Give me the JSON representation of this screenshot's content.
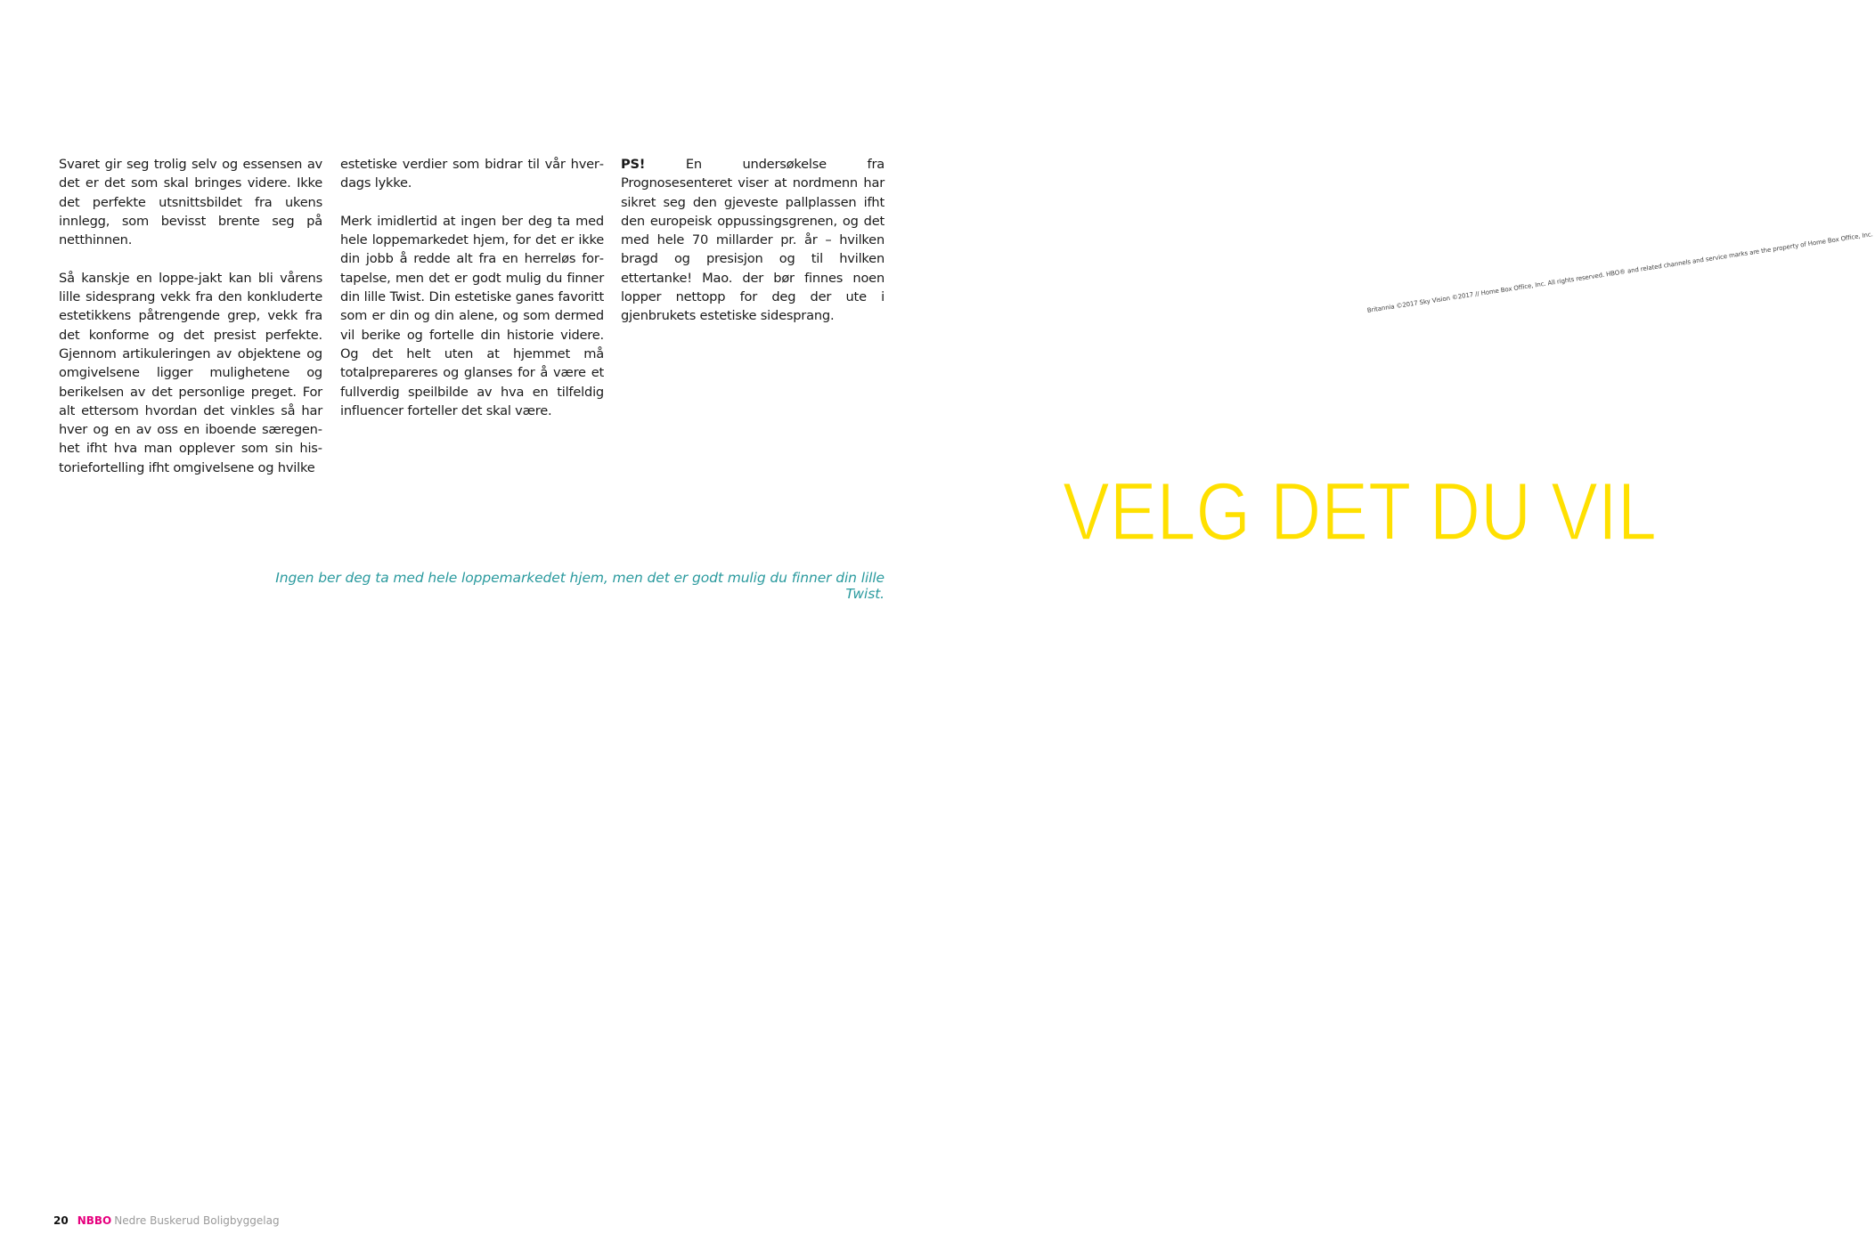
{
  "columns": [
    {
      "paragraphs": [
        "Svaret gir seg trolig selv og essensen av det er det som skal bringes videre. Ikke det perfekte utsnittsbildet fra ukens innlegg, som bevisst brente seg på netthinnen.",
        "Så kanskje en loppe-jakt kan bli vårens lille sidesprang vekk fra den konkluderte estetikkens påtrengende grep, vekk fra det konforme og det presist perfekte. Gjennom artikuleringen av objektene og omgivelsene ligger mulighetene og berikelsen av det personlige preget. For alt ettersom hvordan det vinkles så har hver og en av oss en iboende særegen­het ifht hva man opplever som sin his­toriefortelling ifht omgivelsene og hvilke"
      ]
    },
    {
      "paragraphs": [
        "estetiske verdier som bidrar til vår hver­dags lykke.",
        "Merk imidlertid at ingen ber deg ta med hele loppemarkedet hjem, for det er ikke din jobb å redde alt fra en herreløs for­tapelse, men det er godt mulig du finner din lille Twist. Din estetiske ganes favoritt som er din og din alene, og som dermed vil berike  og fortelle din historie videre. Og det helt uten at hjemmet må totalpre­pareres og glanses for å være et fullverdig speilbilde av hva en tilfeldig influencer forteller det skal være."
      ]
    },
    {
      "ps_label": "PS!",
      "ps_text": " En undersøkelse fra Prognosesenteret viser at nordmenn har sikret seg den gje­veste pallplassen ifht den europeisk op­pussingsgrenen, og det med hele 70 mil­larder pr. år – hvilken bragd og presisjon og til hvilken ettertanke! Mao. der bør finnes noen lopper nettopp for deg der ute i gjenbrukets estetiske sidesprang."
    }
  ],
  "caption": "Ingen ber deg ta med hele loppemarkedet hjem, men det er godt mulig du finner din lille Twist.",
  "headline": "VELG DET DU VIL",
  "copyright": "Britannia ©2017 Sky Vision ©2017 // Home Box Office, Inc. All rights reserved. HBO® and related channels and service marks are the property of Home Box Office, Inc.",
  "footer": {
    "page_number": "20",
    "brand": "NBBO",
    "organization": "Nedre Buskerud Boligbyggelag"
  },
  "colors": {
    "headline": "#ffe000",
    "caption": "#2a9a9e",
    "brand": "#e6007e"
  }
}
